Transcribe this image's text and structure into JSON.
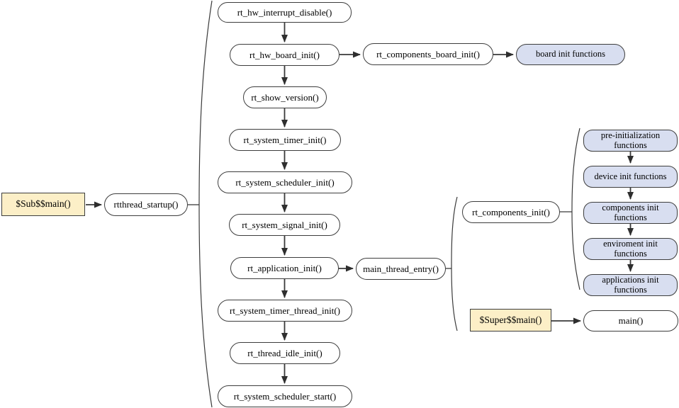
{
  "colors": {
    "node_fill": "#ffffff",
    "node_border": "#3d3d3d",
    "blue_fill": "#d8def0",
    "yellow_fill": "#fcefc7",
    "line": "#3a3a3a",
    "background": "#ffffff"
  },
  "nodes": [
    {
      "id": "sub-main",
      "label": "$Sub$$main()"
    },
    {
      "id": "rtthread-startup",
      "label": "rtthread_startup()"
    },
    {
      "id": "rt-hw-interrupt-disable",
      "label": "rt_hw_interrupt_disable()"
    },
    {
      "id": "rt-hw-board-init",
      "label": "rt_hw_board_init()"
    },
    {
      "id": "rt-components-board-init",
      "label": "rt_components_board_init()"
    },
    {
      "id": "board-init-functions",
      "label": "board init functions"
    },
    {
      "id": "rt-show-version",
      "label": "rt_show_version()"
    },
    {
      "id": "rt-system-timer-init",
      "label": "rt_system_timer_init()"
    },
    {
      "id": "rt-system-scheduler-init",
      "label": "rt_system_scheduler_init()"
    },
    {
      "id": "rt-system-signal-init",
      "label": "rt_system_signal_init()"
    },
    {
      "id": "rt-application-init",
      "label": "rt_application_init()"
    },
    {
      "id": "main-thread-entry",
      "label": "main_thread_entry()"
    },
    {
      "id": "rt-system-timer-thread-init",
      "label": "rt_system_timer_thread_init()"
    },
    {
      "id": "rt-thread-idle-init",
      "label": "rt_thread_idle_init()"
    },
    {
      "id": "rt-system-scheduler-start",
      "label": "rt_system_scheduler_start()"
    },
    {
      "id": "rt-components-init",
      "label": "rt_components_init()"
    },
    {
      "id": "pre-initialization-functions",
      "label": "pre-initialization functions"
    },
    {
      "id": "device-init-functions",
      "label": "device init functions"
    },
    {
      "id": "components-init-functions",
      "label": "components init functions"
    },
    {
      "id": "enviroment-init-functions",
      "label": "enviroment init functions"
    },
    {
      "id": "applications-init-functions",
      "label": "applications init functions"
    },
    {
      "id": "super-main",
      "label": "$Super$$main()"
    },
    {
      "id": "main",
      "label": "main()"
    }
  ]
}
